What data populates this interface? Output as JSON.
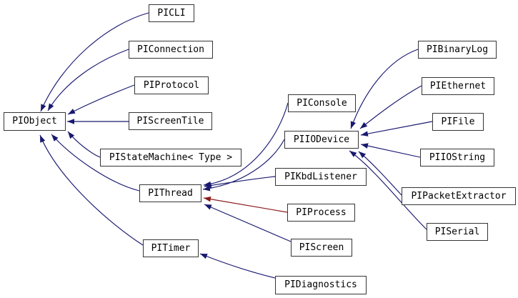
{
  "diagram": {
    "kind": "class-inheritance-graph",
    "background_color": "#ffffff",
    "colors": {
      "edge_blue": "#191970",
      "edge_red": "#8b1a1a",
      "node_border": "#353535",
      "node_fill": "#ffffff",
      "node_text": "#000000"
    }
  },
  "nodes": {
    "piobject": {
      "label": "PIObject"
    },
    "picli": {
      "label": "PICLI"
    },
    "piconnection": {
      "label": "PIConnection"
    },
    "piprotocol": {
      "label": "PIProtocol"
    },
    "piscreentile": {
      "label": "PIScreenTile"
    },
    "pistatemachine": {
      "label": "PIStateMachine< Type >"
    },
    "pithread": {
      "label": "PIThread"
    },
    "pitimer": {
      "label": "PITimer"
    },
    "piconsole": {
      "label": "PIConsole"
    },
    "piiodevice": {
      "label": "PIIODevice"
    },
    "pikbdlistener": {
      "label": "PIKbdListener"
    },
    "piprocess": {
      "label": "PIProcess"
    },
    "piscreen": {
      "label": "PIScreen"
    },
    "pidiagnostics": {
      "label": "PIDiagnostics"
    },
    "pibinarylog": {
      "label": "PIBinaryLog"
    },
    "piethernet": {
      "label": "PIEthernet"
    },
    "pifile": {
      "label": "PIFile"
    },
    "piiostring": {
      "label": "PIIOString"
    },
    "pipacketextractor": {
      "label": "PIPacketExtractor"
    },
    "piserial": {
      "label": "PISerial"
    }
  },
  "edges": [
    {
      "from": "PICLI",
      "to": "PIObject",
      "color": "#191970"
    },
    {
      "from": "PIConnection",
      "to": "PIObject",
      "color": "#191970"
    },
    {
      "from": "PIProtocol",
      "to": "PIObject",
      "color": "#191970"
    },
    {
      "from": "PIScreenTile",
      "to": "PIObject",
      "color": "#191970"
    },
    {
      "from": "PIStateMachine< Type >",
      "to": "PIObject",
      "color": "#191970"
    },
    {
      "from": "PIThread",
      "to": "PIObject",
      "color": "#191970"
    },
    {
      "from": "PITimer",
      "to": "PIObject",
      "color": "#191970"
    },
    {
      "from": "PIConsole",
      "to": "PIThread",
      "color": "#191970"
    },
    {
      "from": "PIIODevice",
      "to": "PIThread",
      "color": "#191970"
    },
    {
      "from": "PIKbdListener",
      "to": "PIThread",
      "color": "#191970"
    },
    {
      "from": "PIProcess",
      "to": "PIThread",
      "color": "#8b1a1a"
    },
    {
      "from": "PIScreen",
      "to": "PIThread",
      "color": "#191970"
    },
    {
      "from": "PIDiagnostics",
      "to": "PITimer",
      "color": "#191970"
    },
    {
      "from": "PIBinaryLog",
      "to": "PIIODevice",
      "color": "#191970"
    },
    {
      "from": "PIEthernet",
      "to": "PIIODevice",
      "color": "#191970"
    },
    {
      "from": "PIFile",
      "to": "PIIODevice",
      "color": "#191970"
    },
    {
      "from": "PIIOString",
      "to": "PIIODevice",
      "color": "#191970"
    },
    {
      "from": "PIPacketExtractor",
      "to": "PIIODevice",
      "color": "#191970"
    },
    {
      "from": "PISerial",
      "to": "PIIODevice",
      "color": "#191970"
    }
  ]
}
